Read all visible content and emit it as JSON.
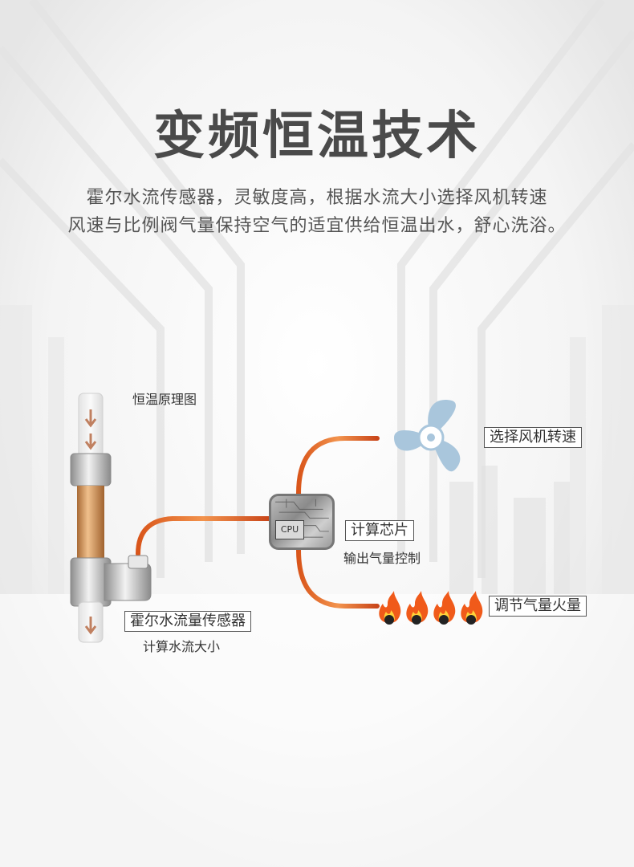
{
  "title": "变频恒温技术",
  "description": {
    "line1": "霍尔水流传感器，灵敏度高，根据水流大小选择风机转速",
    "line2": "风速与比例阀气量保持空气的适宜供给恒温出水，舒心洗浴。"
  },
  "diagram": {
    "heading": "恒温原理图",
    "fan_label": "选择风机转速",
    "chip_label": "计算芯片",
    "chip_sub": "输出气量控制",
    "cpu_text": "CPU",
    "sensor_label": "霍尔水流量传感器",
    "sensor_sub": "计算水流大小",
    "flame_label": "调节气量火量",
    "flame_count": 4
  },
  "colors": {
    "title": "#4a4a4a",
    "wire": "#e0722a",
    "fan": "#a9c6dc",
    "flame": "#f05a1a"
  }
}
